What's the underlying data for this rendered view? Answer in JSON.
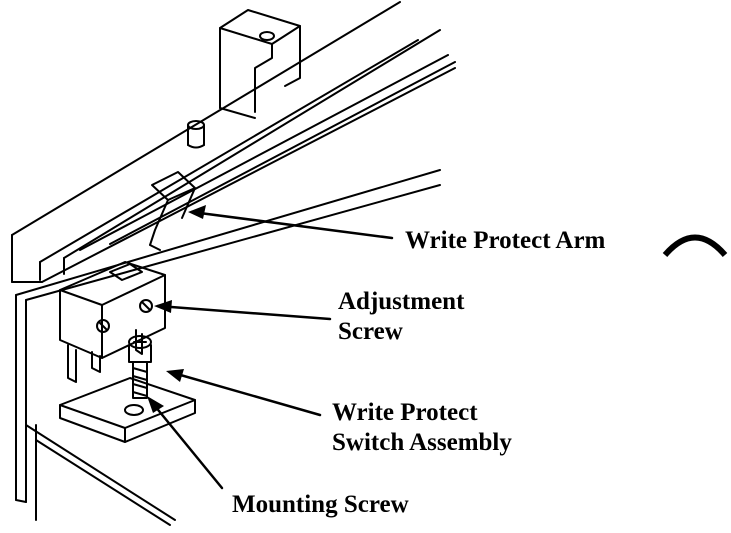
{
  "labels": {
    "write_protect_arm": "Write Protect Arm",
    "adjustment_screw": [
      "Adjustment",
      "Screw"
    ],
    "write_protect_switch_assembly": [
      "Write Protect",
      "Switch Assembly"
    ],
    "mounting_screw": "Mounting Screw"
  },
  "colors": {
    "ink": "#000000",
    "paper": "#ffffff"
  }
}
